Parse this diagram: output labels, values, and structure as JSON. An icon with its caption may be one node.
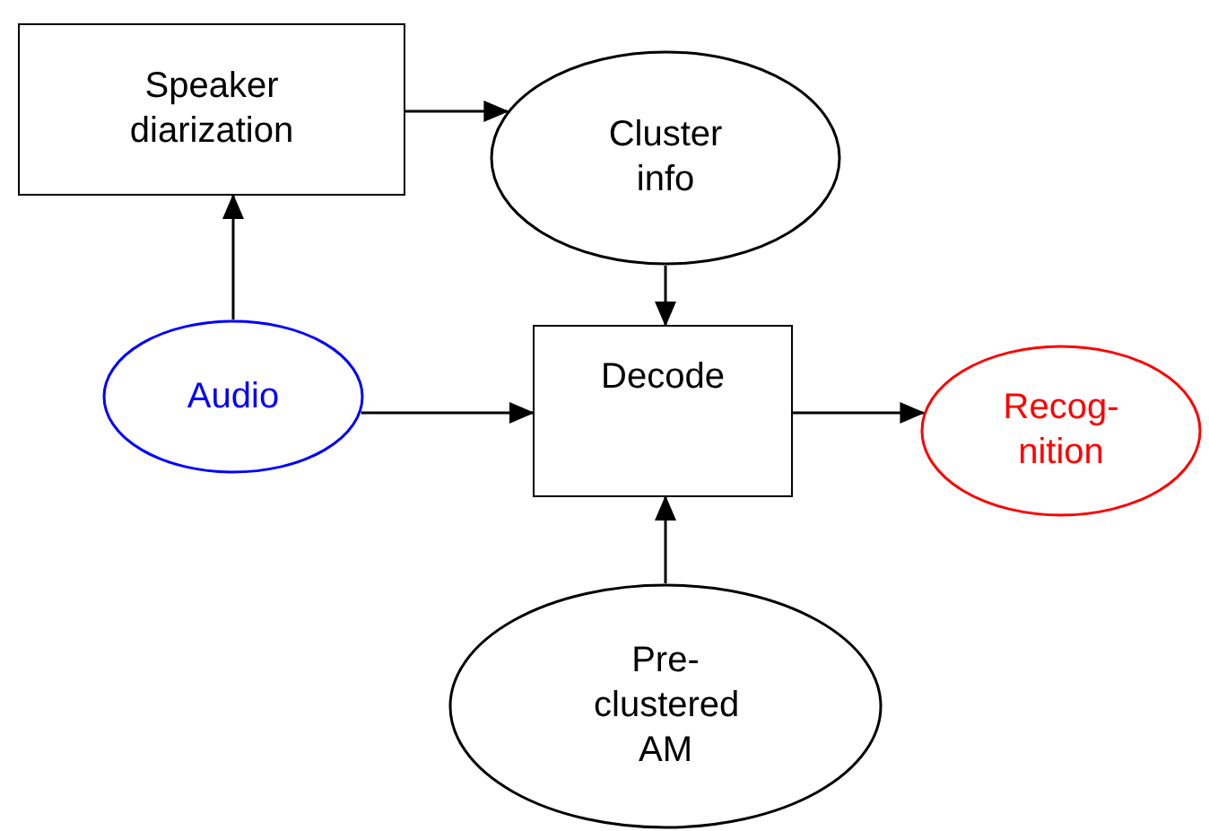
{
  "diagram": {
    "nodes": [
      {
        "text": [
          "Speaker diarization"
        ]
      },
      {
        "text": [
          "Cluster info"
        ]
      },
      {
        "text": [
          "Audio"
        ]
      },
      {
        "text": [
          "Decode"
        ]
      },
      {
        "text": [
          "Recog- nition"
        ]
      },
      {
        "text": [
          "Pre- clustered AM"
        ]
      }
    ],
    "edges": [
      {
        "from": 2,
        "to": 0,
        "arrow": "to"
      },
      {
        "from": 0,
        "to": 1,
        "arrow": "to"
      },
      {
        "from": 1,
        "to": 3,
        "arrow": "to"
      },
      {
        "from": 2,
        "to": 3,
        "arrow": "to"
      },
      {
        "from": 3,
        "to": 4,
        "arrow": "to"
      },
      {
        "from": 5,
        "to": 3,
        "arrow": "to"
      }
    ]
  }
}
